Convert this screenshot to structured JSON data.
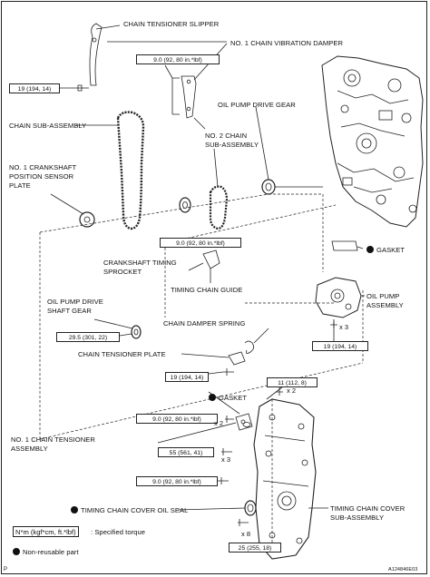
{
  "labels": {
    "chain_tensioner_slipper": "CHAIN TENSIONER SLIPPER",
    "no1_chain_vibration_damper": "NO. 1 CHAIN VIBRATION DAMPER",
    "oil_pump_drive_gear": "OIL PUMP DRIVE GEAR",
    "chain_sub_assembly": "CHAIN SUB-ASSEMBLY",
    "no2_chain_sub_assembly_1": "NO. 2 CHAIN",
    "no2_chain_sub_assembly_2": "SUB-ASSEMBLY",
    "crank_sensor_plate_1": "NO. 1 CRANKSHAFT",
    "crank_sensor_plate_2": "POSITION SENSOR",
    "crank_sensor_plate_3": "PLATE",
    "crank_timing_sprocket_1": "CRANKSHAFT TIMING",
    "crank_timing_sprocket_2": "SPROCKET",
    "timing_chain_guide": "TIMING CHAIN GUIDE",
    "gasket_top": "GASKET",
    "oil_pump_assembly_1": "OIL PUMP",
    "oil_pump_assembly_2": "ASSEMBLY",
    "oil_pump_drive_shaft_gear_1": "OIL PUMP DRIVE",
    "oil_pump_drive_shaft_gear_2": "SHAFT GEAR",
    "chain_damper_spring": "CHAIN DAMPER SPRING",
    "chain_tensioner_plate": "CHAIN TENSIONER PLATE",
    "gasket_mid": "GASKET",
    "no1_chain_tensioner_1": "NO. 1 CHAIN TENSIONER",
    "no1_chain_tensioner_2": "ASSEMBLY",
    "timing_chain_cover_oil_seal": "TIMING CHAIN COVER OIL SEAL",
    "timing_chain_cover_sub_1": "TIMING CHAIN COVER",
    "timing_chain_cover_sub_2": "SUB-ASSEMBLY"
  },
  "torques": {
    "t1": "9.0 (92, 80 in.*lbf)",
    "t2": "19 (194, 14)",
    "t3": "9.0 (92, 80 in.*lbf)",
    "t4": "29.5 (301, 22)",
    "t5": "19 (194, 14)",
    "t6": "19 (194, 14)",
    "t7": "11 (112, 8)",
    "t8": "9.0 (92, 80 in.*lbf)",
    "t9": "55 (561, 41)",
    "t10": "9.0 (92, 80 in.*lbf)",
    "t11": "25 (255, 18)"
  },
  "multipliers": {
    "m1": "x 3",
    "m2": "x 2",
    "m3": "x 2",
    "m4": "x 3",
    "m5": "x 8"
  },
  "legend": {
    "torque_box": "N*m (kgf*cm, ft.*lbf)",
    "torque_desc": ": Specified torque",
    "non_reusable": "Non-reusable part"
  },
  "footer": {
    "code": "A124846E03",
    "page": "P"
  }
}
